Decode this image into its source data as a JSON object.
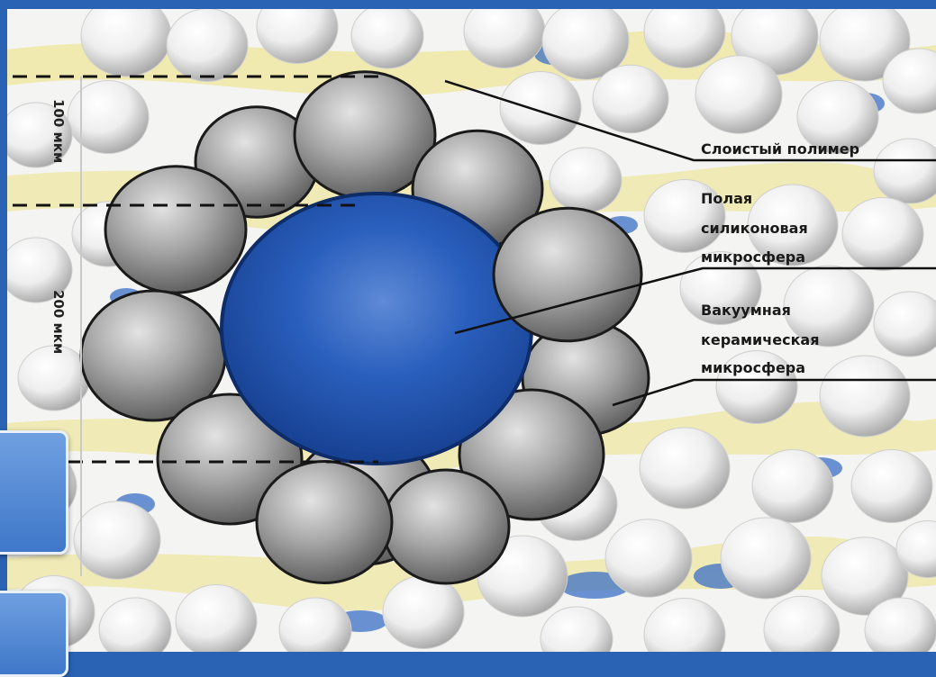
{
  "diagram": {
    "labels": {
      "layered_polymer": "Слоистый полимер",
      "hollow_silicone_1": "Полая",
      "hollow_silicone_2": "силиконовая",
      "hollow_silicone_3": "микросфера",
      "vacuum_ceramic_1": "Вакуумная",
      "vacuum_ceramic_2": "керамическая",
      "vacuum_ceramic_3": "микросфера"
    },
    "scale": {
      "label_100": "100 мкм",
      "label_200": "200 мкм"
    },
    "colors": {
      "frame_blue": "#2a63b4",
      "core_blue": "#1f56b3",
      "shell_gray": "#9a9a9a",
      "filler_white": "#f2f2f2",
      "polymer_yellow": "#efe7a6"
    }
  }
}
